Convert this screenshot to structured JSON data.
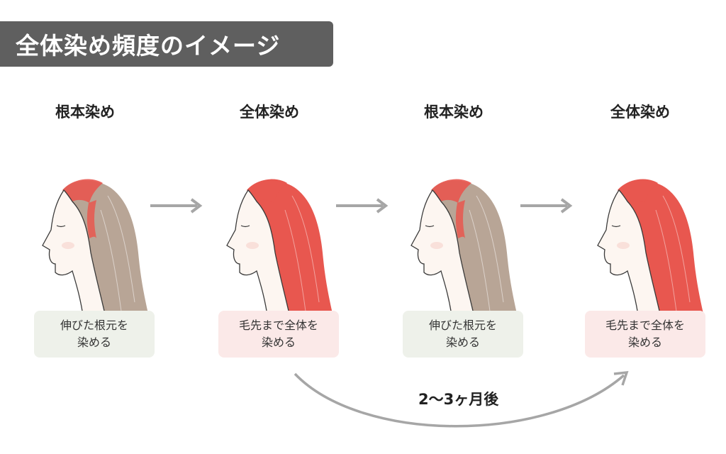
{
  "title": "全体染め頻度のイメージ",
  "steps": [
    {
      "heading": "根本染め",
      "caption_line1": "伸びた根元を",
      "caption_line2": "染める"
    },
    {
      "heading": "全体染め",
      "caption_line1": "毛先まで全体を",
      "caption_line2": "染める"
    },
    {
      "heading": "根本染め",
      "caption_line1": "伸びた根元を",
      "caption_line2": "染める"
    },
    {
      "heading": "全体染め",
      "caption_line1": "毛先まで全体を",
      "caption_line2": "染める"
    }
  ],
  "interval_label": "2〜3ヶ月後",
  "colors": {
    "dyed_hair": "#e8574f",
    "grown_hair": "#b8a596",
    "skin": "#fdf6f1",
    "arrow": "#a6a6a6",
    "title_bg": "#5f5f5f",
    "caption_green": "#eef1ea",
    "caption_pink": "#fbe9e8"
  }
}
